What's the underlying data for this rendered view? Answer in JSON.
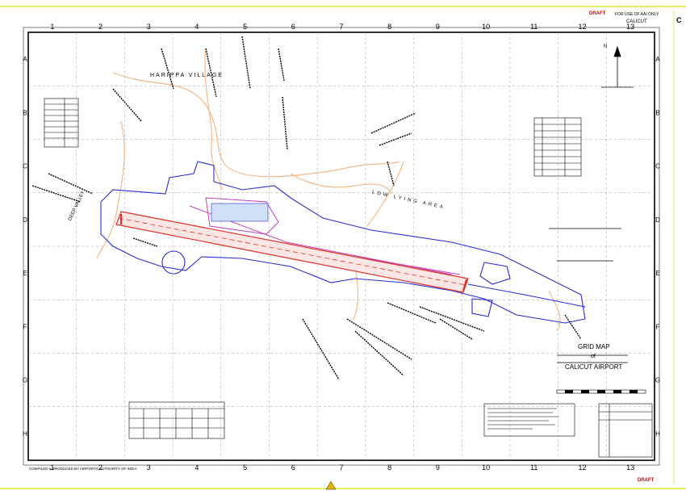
{
  "header": {
    "draft_label": "DRAFT",
    "restriction": "FOR USE OF AAI ONLY",
    "airport_code": "CALICUT",
    "corner_mark": "C"
  },
  "grid": {
    "columns": [
      "1",
      "2",
      "3",
      "4",
      "5",
      "6",
      "7",
      "8",
      "9",
      "10",
      "11",
      "12",
      "13"
    ],
    "rows": [
      "A",
      "B",
      "C",
      "D",
      "E",
      "F",
      "G",
      "H"
    ]
  },
  "map_labels": {
    "village": "HARIPPA VILLAGE",
    "valley": "DEEP VALLEY",
    "low_lying_area": "LOW LYING AREA"
  },
  "title_block": {
    "line1": "GRID MAP",
    "line2": "of",
    "line3": "CALICUT AIRPORT"
  },
  "north": {
    "label": "N"
  },
  "footer": {
    "draft_label": "DRAFT",
    "compiled_by": "COMPILED & PRODUCED BY AIRPORTS AUTHORITY OF INDIA"
  },
  "colors": {
    "border": "#000000",
    "runway": "#e0302a",
    "boundary": "#2b2bd6",
    "terrain": "#f3b98a",
    "taxiway": "#c040c0",
    "frame_accent": "#e9ec6b"
  }
}
